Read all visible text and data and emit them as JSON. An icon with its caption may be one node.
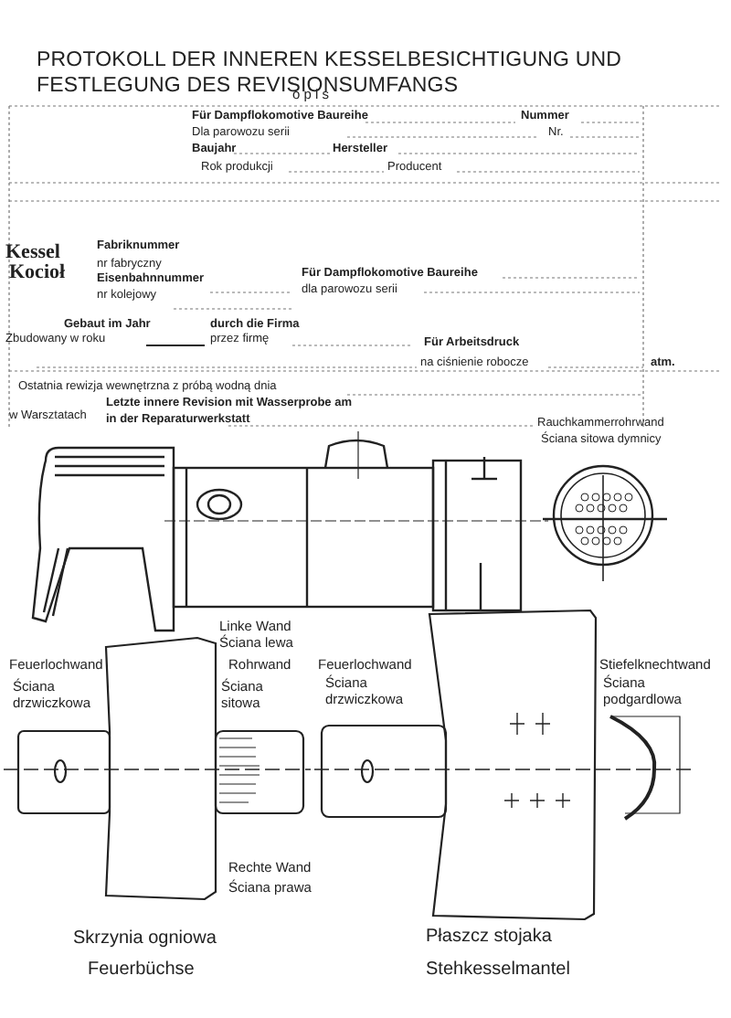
{
  "diagram": {
    "title": "PROTOKOLL DER INNEREN KESSELBESICHTIGUNG UND FESTLEGUNG DES REVISIONSUMFANGS",
    "labels": [
      "o p i s",
      "Für Dampflokomotive Baureihe",
      "Nummer",
      "Dla parowozu serii",
      "Nr.",
      "Baujahr",
      "Hersteller",
      "Rok produkcji",
      "Producent",
      "Kessel",
      "Kocioł",
      "Fabriknummer",
      "nr fabryczny",
      "Eisenbahnnummer",
      "nr kolejowy",
      "Für Dampflokomotive Baureihe",
      "dla parowozu serii",
      "Gebaut im Jahr",
      "durch die Firma",
      "Zbudowany w roku",
      "przez firmę",
      "Für Arbeitsdruck",
      "na ciśnienie robocze",
      "atm.",
      "Ostatnia rewizja wewnętrzna z próbą wodną dnia",
      "w Warsztatach",
      "Letzte innere Revision mit Wasserprobe am",
      "in der Reparaturwerkstatt",
      "Rauchkammerrohrwand",
      "Ściana sitowa dymnicy",
      "Linke Wand",
      "Ściana lewa",
      "Feuerlochwand",
      "Ściana drzwiczkowa",
      "Rohrwand",
      "Ściana sitowa",
      "Feuerlochwand",
      "Ściana drzwiczkowa",
      "Stiefelknechtwand",
      "Ściana podgardlowa",
      "Rechte Wand",
      "Ściana prawa",
      "Skrzynia ogniowa",
      "Feuerbüchse",
      "Płaszcz stojaka",
      "Stehkesselmantel"
    ]
  }
}
